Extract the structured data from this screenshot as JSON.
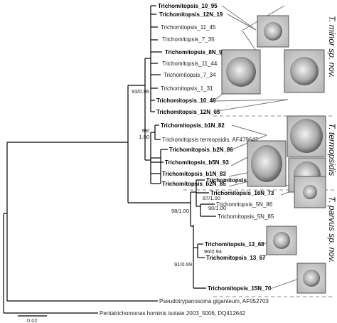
{
  "figure": {
    "tips": [
      {
        "label": "Trichomitopsis_10_95",
        "bold": true
      },
      {
        "label": "Trichomitopsis_12N_19",
        "bold": true
      },
      {
        "label": "Trichomitopsis_11_45",
        "bold": false
      },
      {
        "label": "Trichomitopsis_7_35",
        "bold": false
      },
      {
        "label": "Trichomitopsis_8N_91",
        "bold": true
      },
      {
        "label": "Trichomitopsis_11_44",
        "bold": false
      },
      {
        "label": "Trichomitopsis_7_34",
        "bold": false
      },
      {
        "label": "Trichomitopsis_1_31",
        "bold": false
      },
      {
        "label": "Trichomitopsis_10_40",
        "bold": true
      },
      {
        "label": "Trichomitopsis_12N_65",
        "bold": true
      },
      {
        "label": "Trichomitopsis_b1N_82",
        "bold": true
      },
      {
        "label": "Trichomitopsis termopsidis, AF479642",
        "bold": false
      },
      {
        "label": "Trichomitopsis_b2N_86",
        "bold": true
      },
      {
        "label": "Trichomitopsis_b5N_93",
        "bold": true
      },
      {
        "label": "Trichomitopsis_b1N_83",
        "bold": true
      },
      {
        "label": "Trichomitopsis_b2N_85",
        "bold": true
      },
      {
        "label": "Trichomitopsis_16N_74",
        "bold": true
      },
      {
        "label": "Trichomitopsis_16N_73",
        "bold": true
      },
      {
        "label": "Trichomitopsis_5N_86",
        "bold": false
      },
      {
        "label": "Trichomitopsis_5N_85",
        "bold": false
      },
      {
        "label": "Trichomitopsis_13_68",
        "bold": true
      },
      {
        "label": "Trichomitopsis_13_67",
        "bold": true
      },
      {
        "label": "Trichomitopsis_15N_70",
        "bold": true
      },
      {
        "label": "Pseudotrypanosoma giganteum, AF052703",
        "bold": false
      },
      {
        "label": "Pentatrichomonas hominis isolate 2003_5006, DQ412642",
        "bold": false
      }
    ],
    "support": {
      "s93": "93/0.96",
      "s99a": "99/",
      "s99b": "1.00",
      "s87": "87/1.00",
      "s90": "90/1.00",
      "s98": "98/1.00",
      "s96": "96/0.94",
      "s91": "91/0.99"
    },
    "clades": {
      "minor": "T. minor sp. nov.",
      "termopsidis": "T. termopsidis",
      "parvus": "T. parvus sp. nov."
    },
    "scale_label": "0.02"
  }
}
